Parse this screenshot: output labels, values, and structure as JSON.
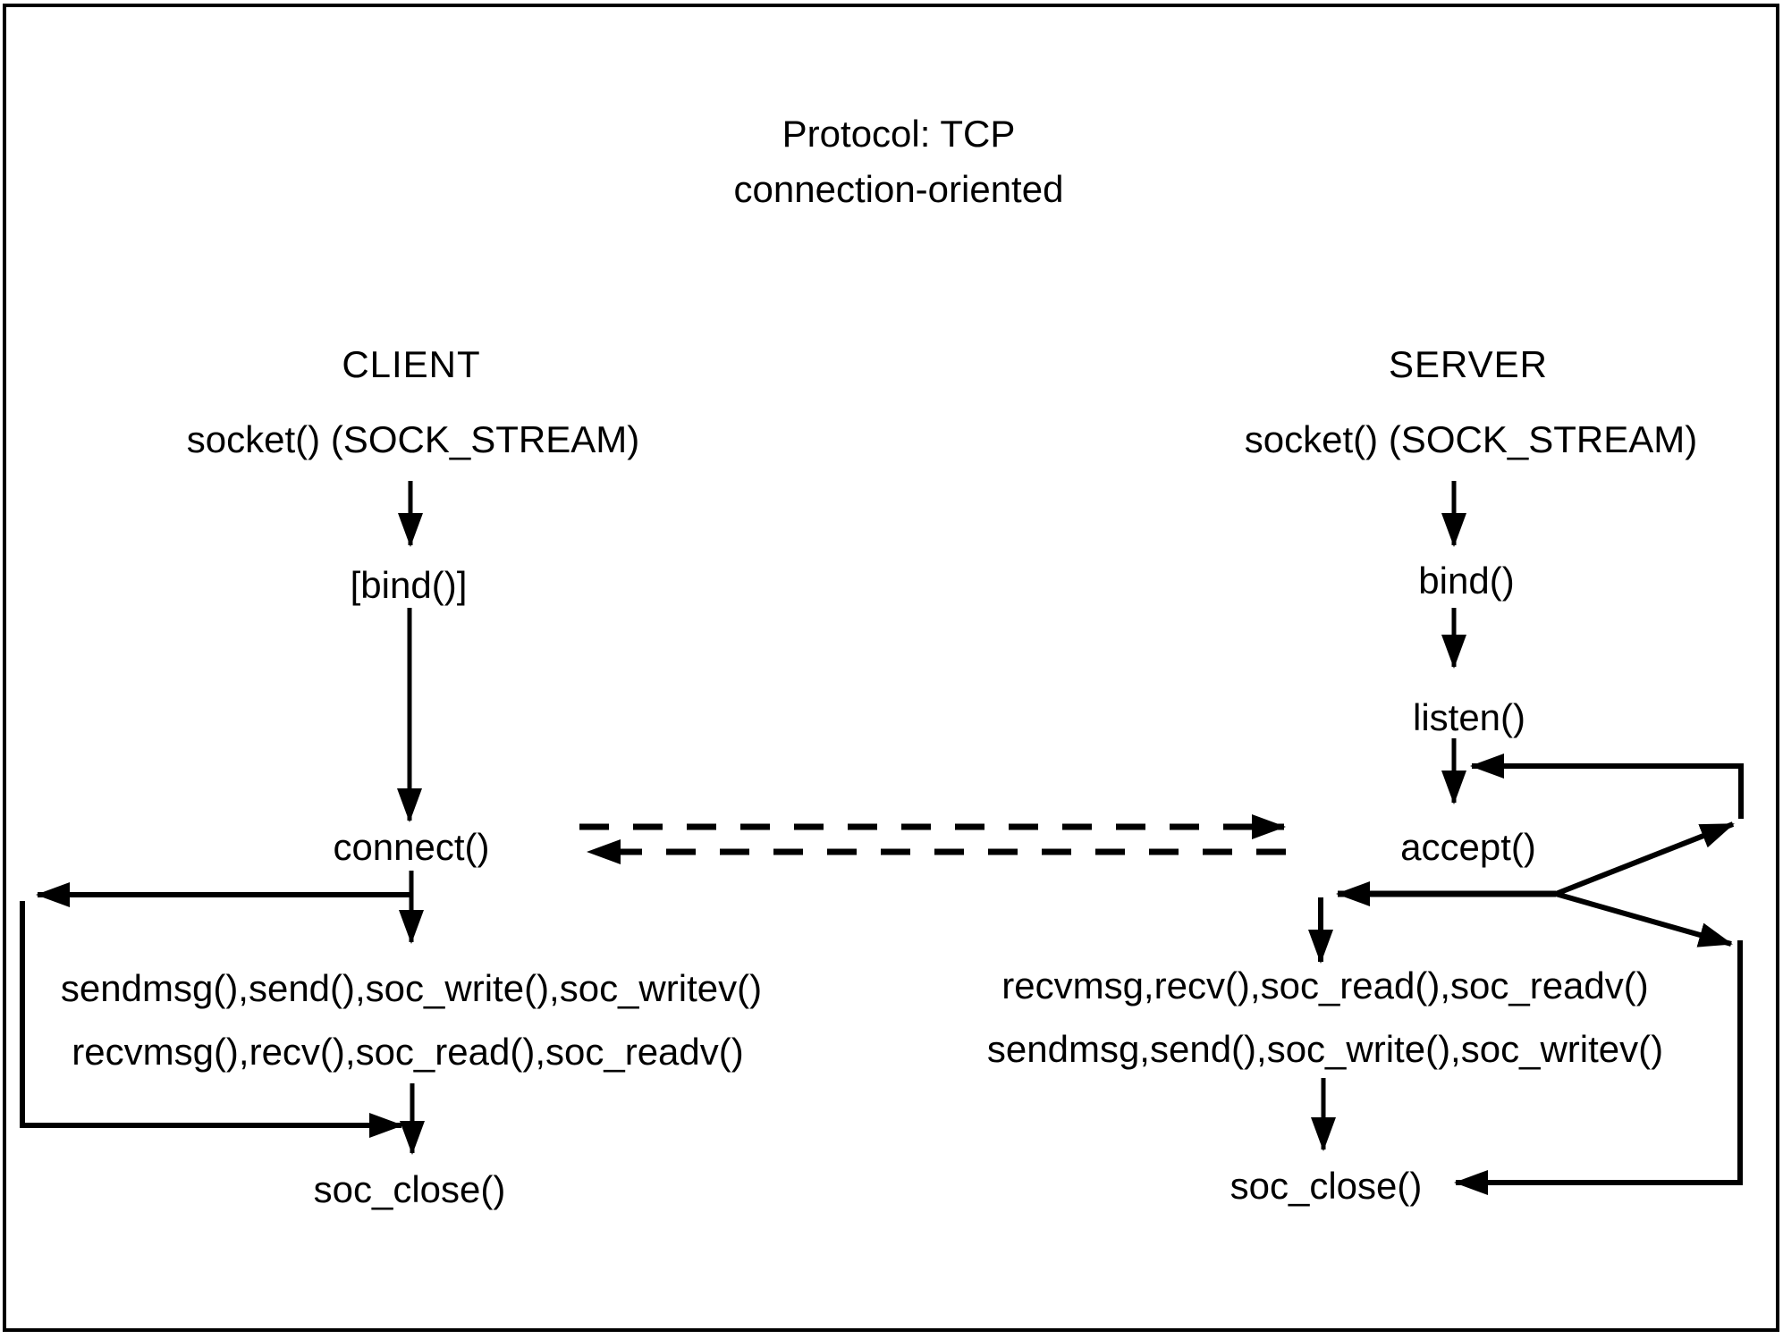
{
  "title": {
    "line1": "Protocol: TCP",
    "line2": "connection-oriented"
  },
  "client": {
    "heading": "CLIENT",
    "nodes": {
      "socket": "socket() (SOCK_STREAM)",
      "bind": "[bind()]",
      "connect": "connect()",
      "send_line": "sendmsg(),send(),soc_write(),soc_writev()",
      "recv_line": "recvmsg(),recv(),soc_read(),soc_readv()",
      "close": "soc_close()"
    }
  },
  "server": {
    "heading": "SERVER",
    "nodes": {
      "socket": "socket() (SOCK_STREAM)",
      "bind": "bind()",
      "listen": "listen()",
      "accept": "accept()",
      "recv_line": "recvmsg,recv(),soc_read(),soc_readv()",
      "send_line": "sendmsg,send(),soc_write(),soc_writev()",
      "close": "soc_close()"
    }
  },
  "colors": {
    "ink": "#000000",
    "background": "#ffffff"
  }
}
